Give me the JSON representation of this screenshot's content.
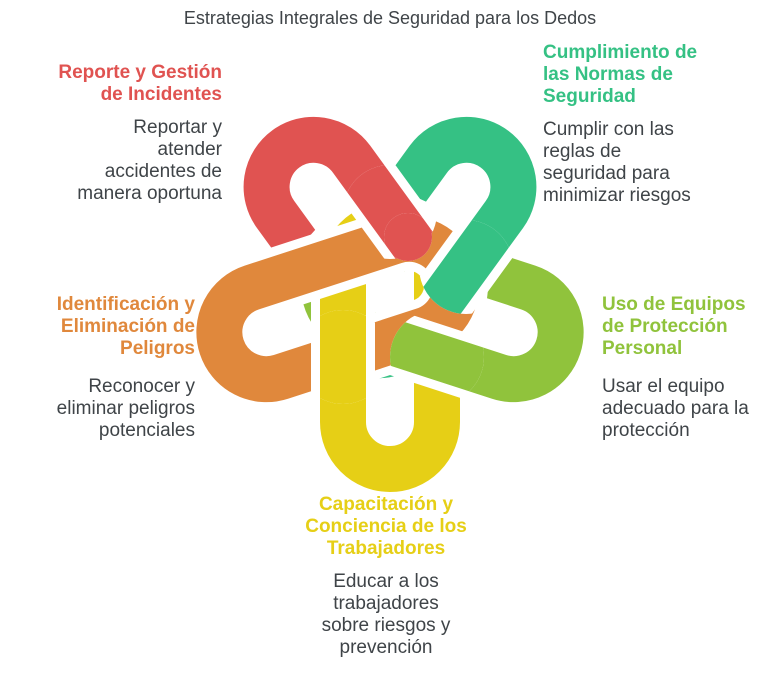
{
  "title": "Estrategias Integrales de Seguridad para los Dedos",
  "colors": {
    "red": "#E05351",
    "green": "#35C184",
    "lime": "#90C33C",
    "yellow": "#E6CF16",
    "orange": "#E0883C",
    "text": "#3F4448",
    "background": "#FFFFFF"
  },
  "graphic": {
    "type": "five-interlocking-loops-knot",
    "loop_order": [
      "red",
      "green",
      "lime",
      "yellow",
      "orange"
    ]
  },
  "sections": [
    {
      "id": "incident-reporting",
      "heading": "Reporte y Gestión\nde Incidentes",
      "body": "Reportar y\natender\naccidentes de\nmanera oportuna",
      "color_key": "red"
    },
    {
      "id": "safety-compliance",
      "heading": "Cumplimiento de\nlas Normas de\nSeguridad",
      "body": "Cumplir con las\nreglas de\nseguridad para\nminimizar riesgos",
      "color_key": "green"
    },
    {
      "id": "hazard-identification",
      "heading": "Identificación y\nEliminación de\nPeligros",
      "body": "Reconocer y\neliminar peligros\npotenciales",
      "color_key": "orange"
    },
    {
      "id": "ppe-use",
      "heading": "Uso de Equipos\nde Protección\nPersonal",
      "body": "Usar el equipo\nadecuado para la\nprotección",
      "color_key": "lime"
    },
    {
      "id": "worker-training",
      "heading": "Capacitación y\nConciencia de los\nTrabajadores",
      "body": "Educar a los\ntrabajadores\nsobre riesgos y\nprevención",
      "color_key": "yellow"
    }
  ]
}
